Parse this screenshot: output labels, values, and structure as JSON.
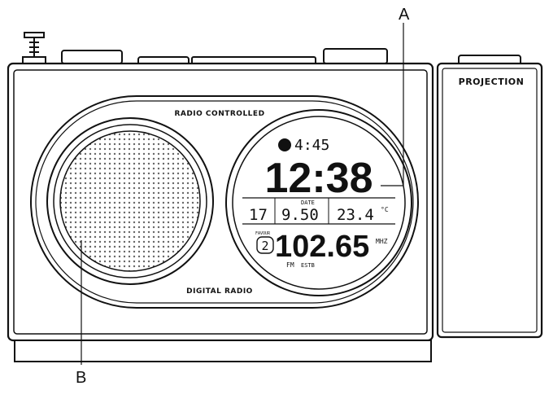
{
  "colors": {
    "outline": "#111111",
    "body": "#ffffff",
    "grille": "#555555"
  },
  "labels": {
    "radio_controlled": "RADIO CONTROLLED",
    "digital_radio": "DIGITAL RADIO",
    "projection": "PROJECTION"
  },
  "callouts": {
    "a": "A",
    "b": "B"
  },
  "display": {
    "alarm_time": "4:45",
    "time": "12:38",
    "day": "17",
    "date": "9.50",
    "date_label": "DATE",
    "temperature": "23.4",
    "temp_unit": "°C",
    "preset": "2",
    "preset_label": "FAVOUR",
    "frequency": "102.65",
    "band_unit": "MHZ",
    "band": "FM",
    "status": "ESTB"
  },
  "icons": [
    "antenna-icon",
    "speaker-grille-icon",
    "alarm-bell-icon"
  ]
}
